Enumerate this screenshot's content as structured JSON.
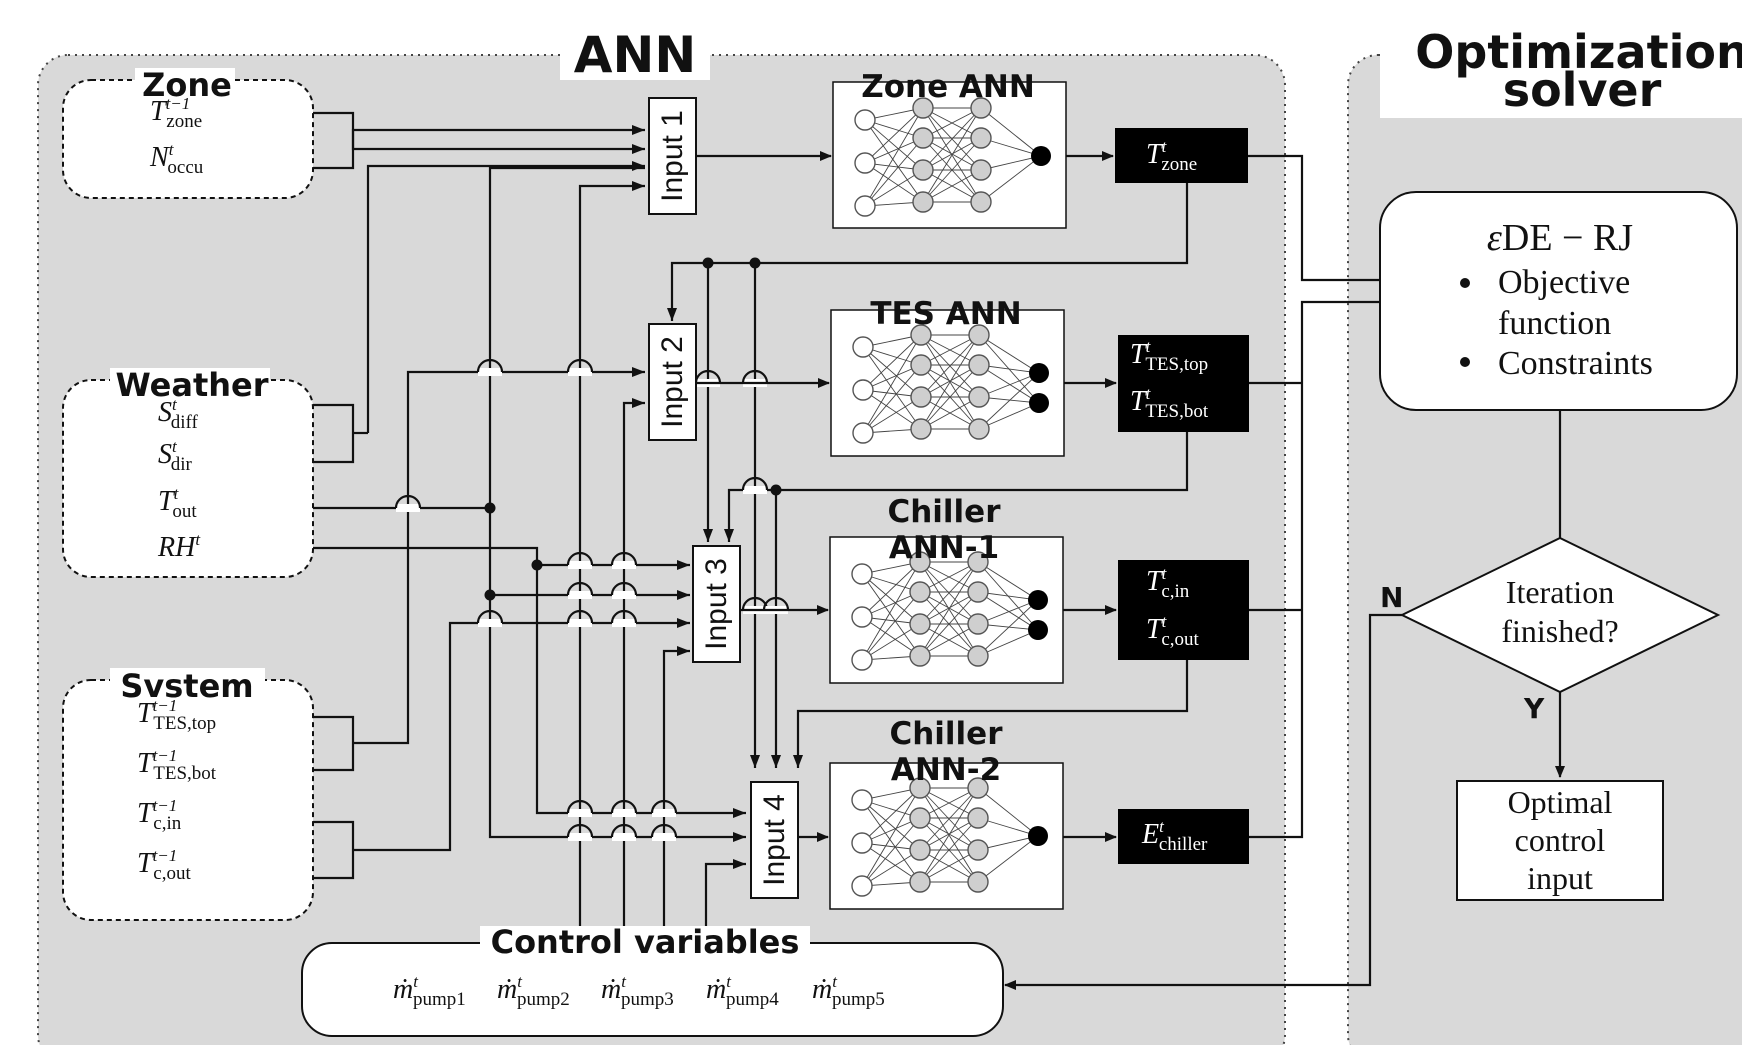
{
  "ann_panel": {
    "title": "ANN"
  },
  "optimizer_panel": {
    "title_line1": "Optimization",
    "title_line2": "solver"
  },
  "zone_group": {
    "title": "Zone",
    "vars": [
      {
        "base": "T",
        "sup": "t−1",
        "sub": "zone"
      },
      {
        "base": "N",
        "sup": "t",
        "sub": "occu"
      }
    ]
  },
  "weather_group": {
    "title": "Weather",
    "vars": [
      {
        "base": "S",
        "sup": "t",
        "sub": "diff"
      },
      {
        "base": "S",
        "sup": "t",
        "sub": "dir"
      },
      {
        "base": "T",
        "sup": "t",
        "sub": "out"
      },
      {
        "base": "RH",
        "sup": "t",
        "sub": ""
      }
    ]
  },
  "system_group": {
    "title": "Svstem",
    "vars": [
      {
        "base": "T",
        "sup": "t−1",
        "sub": "TES,top"
      },
      {
        "base": "T",
        "sup": "t−1",
        "sub": "TES,bot"
      },
      {
        "base": "T",
        "sup": "t−1",
        "sub": "c,in"
      },
      {
        "base": "T",
        "sup": "t−1",
        "sub": "c,out"
      }
    ]
  },
  "inputs": [
    "Input 1",
    "Input 2",
    "Input 3",
    "Input 4"
  ],
  "networks": {
    "zone_ann": "Zone ANN",
    "tes_ann": "TES ANN",
    "chiller1_line1": "Chiller",
    "chiller1_line2": "ANN-1",
    "chiller2_line1": "Chiller",
    "chiller2_line2": "ANN-2"
  },
  "outputs": {
    "zone": [
      {
        "base": "T",
        "sup": "t",
        "sub": "zone"
      }
    ],
    "tes": [
      {
        "base": "T",
        "sup": "t",
        "sub": "TES,top"
      },
      {
        "base": "T",
        "sup": "t",
        "sub": "TES,bot"
      }
    ],
    "chiller1": [
      {
        "base": "T",
        "sup": "t",
        "sub": "c,in"
      },
      {
        "base": "T",
        "sup": "t",
        "sub": "c,out"
      }
    ],
    "chiller2": [
      {
        "base": "E",
        "sup": "t",
        "sub": "chiller"
      }
    ]
  },
  "control": {
    "title": "Control variables",
    "vars": [
      {
        "base": "ṁ",
        "sup": "t",
        "sub": "pump1"
      },
      {
        "base": "ṁ",
        "sup": "t",
        "sub": "pump2"
      },
      {
        "base": "ṁ",
        "sup": "t",
        "sub": "pump3"
      },
      {
        "base": "ṁ",
        "sup": "t",
        "sub": "pump4"
      },
      {
        "base": "ṁ",
        "sup": "t",
        "sub": "pump5"
      }
    ]
  },
  "solver_box": {
    "title_eps": "ε",
    "title_rest": "DE − RJ",
    "bullets": [
      "Objective",
      "function",
      "Constraints"
    ]
  },
  "decision": {
    "line1": "Iteration",
    "line2": "finished?",
    "no": "N",
    "yes": "Y"
  },
  "result_box": {
    "lines": [
      "Optimal",
      "control",
      "input"
    ]
  }
}
